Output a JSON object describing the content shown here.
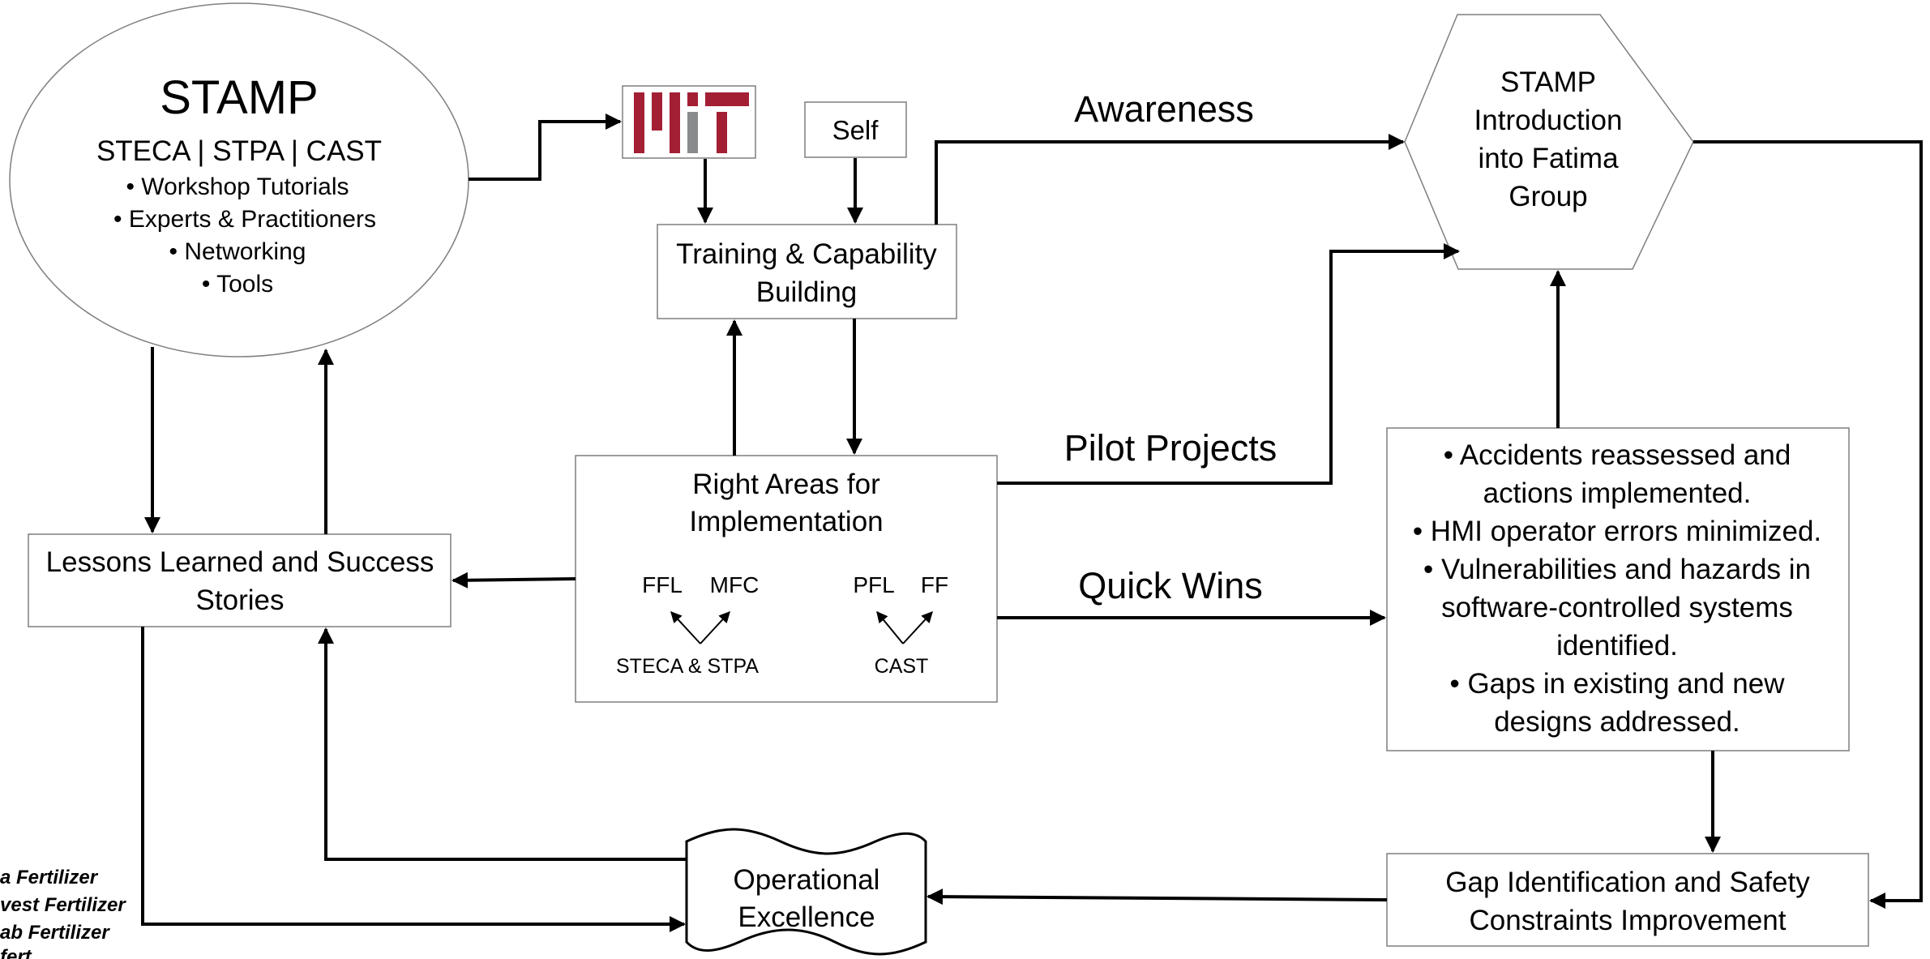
{
  "stamp": {
    "title": "STAMP",
    "subtitle": "STECA | STPA | CAST",
    "bullets": [
      "• Workshop Tutorials",
      "• Experts & Practitioners",
      "• Networking",
      "• Tools"
    ]
  },
  "self_label": "Self",
  "training": {
    "line1": "Training & Capability",
    "line2": "Building"
  },
  "right_areas": {
    "line1": "Right Areas for",
    "line2": "Implementation",
    "ffl": "FFL",
    "mfc": "MFC",
    "pfl": "PFL",
    "ff": "FF",
    "steca_stpa": "STECA & STPA",
    "cast": "CAST"
  },
  "lessons": {
    "line1": "Lessons Learned and Success",
    "line2": "Stories"
  },
  "labels": {
    "awareness": "Awareness",
    "pilot_projects": "Pilot Projects",
    "quick_wins": "Quick Wins"
  },
  "intro": {
    "line1": "STAMP",
    "line2": "Introduction",
    "line3": "into Fatima",
    "line4": "Group"
  },
  "outcomes": [
    "• Accidents reassessed and",
    "actions implemented.",
    "• HMI operator errors minimized.",
    "• Vulnerabilities and hazards in",
    "software-controlled systems",
    "identified.",
    "• Gaps in existing and new",
    "designs addressed."
  ],
  "gap": {
    "line1": "Gap Identification and Safety",
    "line2": "Constraints Improvement"
  },
  "operational": {
    "line1": "Operational",
    "line2": "Excellence"
  },
  "legend_fragments": [
    "a Fertilizer",
    "vest Fertilizer",
    "ab Fertilizer",
    "fert"
  ],
  "colors": {
    "mit_red": "#a31f34",
    "mit_gray": "#8a8b8c",
    "box_border": "#7f7f7f"
  }
}
